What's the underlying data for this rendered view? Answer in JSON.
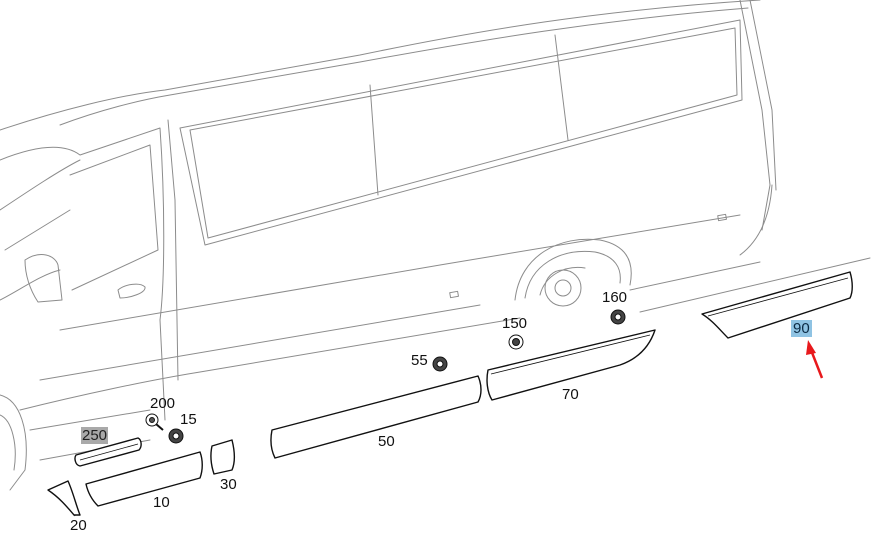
{
  "parts": {
    "p10": "10",
    "p15": "15",
    "p20": "20",
    "p30": "30",
    "p50": "50",
    "p55": "55",
    "p70": "70",
    "p90": "90",
    "p150": "150",
    "p160": "160",
    "p200": "200",
    "p250": "250"
  },
  "highlights": {
    "p90": "#8fc3e3",
    "p250": "#a9a9a9",
    "arrow": "#e8191c"
  }
}
